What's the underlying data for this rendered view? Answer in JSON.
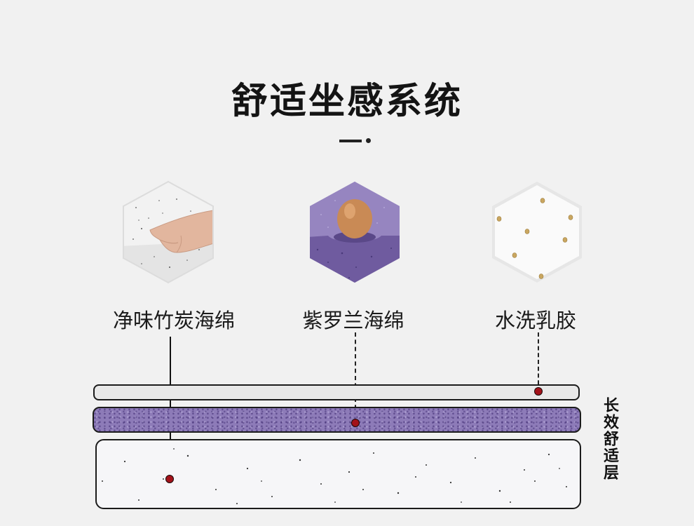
{
  "title": "舒适坐感系统",
  "features": [
    {
      "label": "净味竹炭海绵",
      "icon": "bamboo-charcoal-foam-with-hand"
    },
    {
      "label": "紫罗兰海绵",
      "icon": "violet-foam-with-egg"
    },
    {
      "label": "水洗乳胶",
      "icon": "washed-latex-pinholes"
    }
  ],
  "side_label": "长效舒适层",
  "colors": {
    "background": "#f1f1f1",
    "marker": "#a3121a",
    "violet_foam": "#8d7bb8",
    "latex": "#e8e8e8",
    "bamboo_foam": "#f6f6f8"
  }
}
